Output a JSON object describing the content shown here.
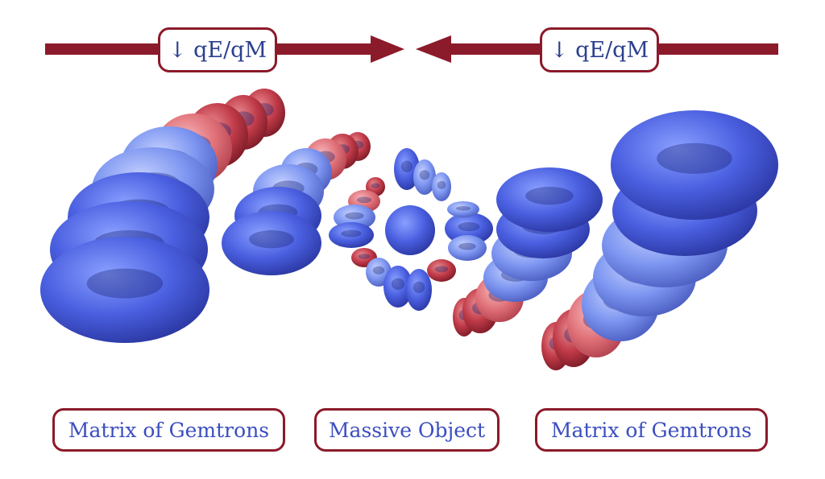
{
  "header": {
    "left_force_label": "↓ qE/qM",
    "right_force_label": "↓ qE/qM"
  },
  "labels": {
    "left": "Matrix of Gemtrons",
    "center": "Massive Object",
    "right": "Matrix of Gemtrons"
  },
  "colors": {
    "arrow": "#8b1a2a",
    "torus_blue": "#3f56d6",
    "torus_red": "#c84a57",
    "label_text": "#3b4ec0"
  },
  "icons": [
    "left-arrow-icon",
    "right-arrow-icon",
    "torus-stack-icon",
    "sphere-icon"
  ]
}
